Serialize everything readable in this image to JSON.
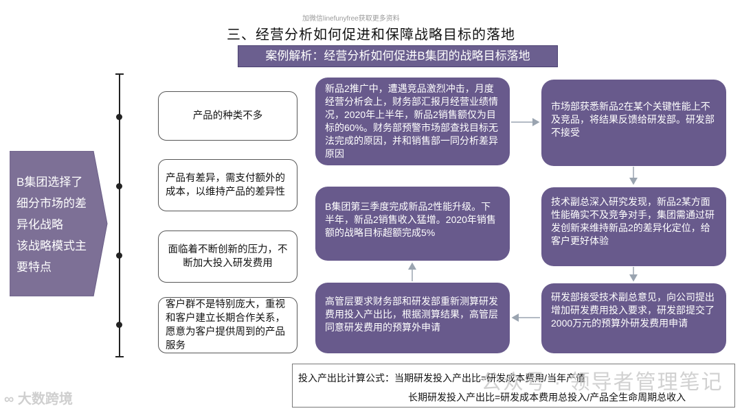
{
  "header": {
    "watermark": "加微信linefunyfree获取更多资料",
    "title": "三、经营分析如何促进和保障战略目标的落地",
    "subtitle": "案例解析：经营分析如何促进B集团的战略目标落地"
  },
  "left_panel": {
    "lines": [
      "B集团选择了",
      "细分市场的差",
      "异化战略",
      "该战略模式主",
      "要特点"
    ]
  },
  "features": [
    "产品的种类不多",
    "产品有差异，需支付额外的成本，以维持产品的差异性",
    "面临着不断创新的压力，不断加大投入研发费用",
    "客户群不是特别庞大，重视和客户建立长期合作关系，愿意为客户提供周到的产品服务"
  ],
  "flow": {
    "step1": "新品2推广中，遭遇竞品激烈冲击，月度经营分析会上，财务部汇报月经营业绩情况，2020年上半年，新品2销售额仅为目标的60%。财务部预警市场部查找目标无法完成的原因，并和销售部一同分析差异原因",
    "step2": "市场部获悉新品2在某个关键性能上不及竞品，将结果反馈给研发部。研发部不接受",
    "step3": "技术副总深入研究发现，新品2某方面性能确实不及竞争对手，集团需通过研发创新来维持新品2的差异化定位，给客户更好体验",
    "step4": "研发部接受技术副总意见，向公司提出增加研发费用投入要求，研发部提交了2000万元的预算外研发费用申请",
    "step5": "高管层要求财务部和研发部重新测算研发费用投入产出比，根据测算结果，高管层同意研发费用的预算外申请",
    "step6": "B集团第三季度完成新品2性能升级。下半年，新品2销售收入猛增。2020年销售额的战略目标超额完成5%"
  },
  "formula": {
    "line1": "投入产出比计算公式：当期研发投入产出比=研发成本费用/当年产值",
    "line2": "长期研发投入产出比=研发成本费用总投入/产品全生命周期总收入"
  },
  "watermarks": {
    "bottom_left": "大数跨境",
    "bottom_right": "公众号 · 领导者管理笔记"
  },
  "colors": {
    "box_purple": "#685a8c",
    "subtitle_purple": "#6b5f8f",
    "left_arrow": "#7d7096",
    "connector": "#9aa4b0"
  }
}
